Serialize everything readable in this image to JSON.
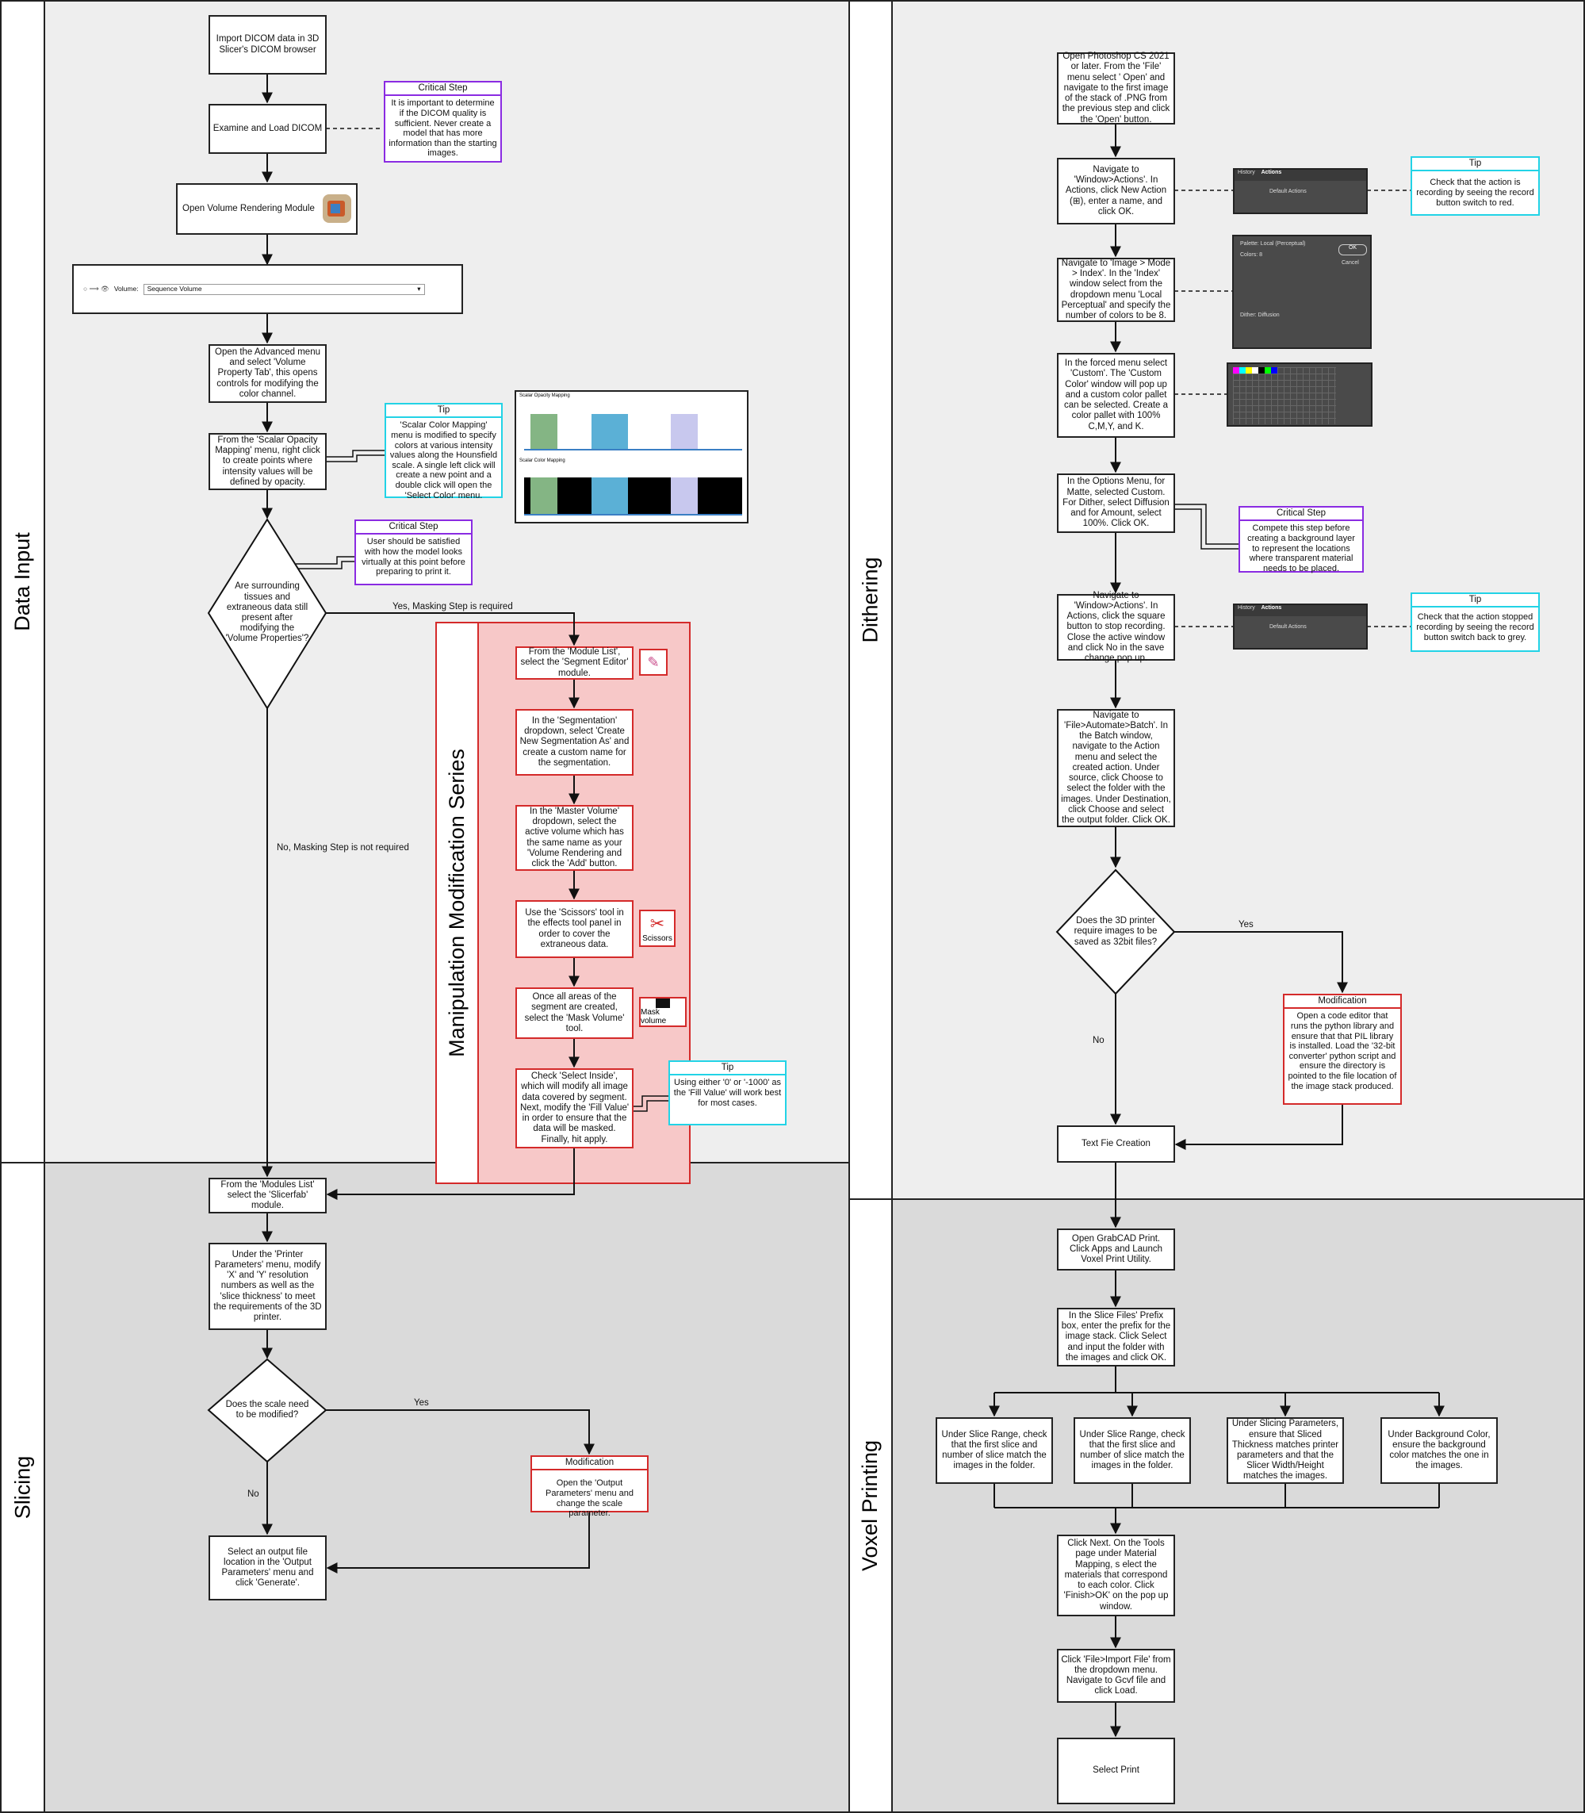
{
  "lanes": {
    "data_input": "Data Input",
    "slicing": "Slicing",
    "dithering": "Dithering",
    "voxel_printing": "Voxel Printing"
  },
  "data_input": {
    "steps": [
      "Import DICOM data in 3D Slicer's DICOM browser",
      "Examine and Load DICOM",
      "Open Volume Rendering Module",
      "Open the Advanced menu and select 'Volume Property Tab', this opens controls for modifying the color channel.",
      "From the 'Scalar Opacity Mapping' menu, right click to create points where intensity values will be defined by opacity."
    ],
    "volume_selector": {
      "label": "Volume:",
      "value": "Sequence Volume"
    },
    "decision": "Are surrounding tissues and extraneous data still present after modifying the 'Volume Properties'?",
    "yes_label": "Yes, Masking Step is required",
    "no_label": "No, Masking Step is not required",
    "notes": [
      {
        "title": "Critical Step",
        "text": "It is important to determine if the DICOM quality is sufficient. Never create a model that has more information than the starting images."
      },
      {
        "title": "Tip",
        "text": "'Scalar Color Mapping' menu is modified to specify colors at various intensity values along the Hounsfield scale. A single left click will create a new point and a double click will open the 'Select Color' menu."
      },
      {
        "title": "Critical Step",
        "text": "User should be satisfied with how the model looks virtually at this point before preparing to print it."
      }
    ],
    "screenshot": {
      "opacity_label": "Scalar Opacity Mapping",
      "color_label": "Scalar Color Mapping"
    }
  },
  "manipulation": {
    "title": "Manipulation Modification Series",
    "steps": [
      "From the 'Module List', select the 'Segment Editor' module.",
      "In the 'Segmentation' dropdown, select 'Create New Segmentation As' and create a custom name for the segmentation.",
      "In the 'Master Volume' dropdown, select the active volume which has the same name as your 'Volume Rendering and click the 'Add' button.",
      "Use the 'Scissors' tool in the effects tool panel in order to cover the extraneous data.",
      "Once all areas of the segment are created, select the 'Mask Volume' tool.",
      "Check 'Select Inside', which will modify all image data covered by segment. Next, modify the 'Fill Value' in order to ensure that the data will be masked. Finally, hit apply."
    ],
    "icons": {
      "scissors": "Scissors",
      "mask_volume": "Mask volume"
    },
    "tip": {
      "title": "Tip",
      "text": "Using either '0' or '-1000' as the 'Fill Value' will work best for most cases."
    }
  },
  "slicing": {
    "steps": [
      "From the 'Modules List' select the 'Slicerfab' module.",
      "Under the 'Printer Parameters' menu, modify 'X' and 'Y' resolution numbers as well as the 'slice thickness' to meet the requirements of the 3D printer.",
      "Select an output file location in the 'Output Parameters' menu and click 'Generate'."
    ],
    "decision": "Does the scale need to be modified?",
    "yes_label": "Yes",
    "no_label": "No",
    "modification": {
      "title": "Modification",
      "text": "Open the 'Output Parameters' menu and change the scale parameter."
    }
  },
  "dithering": {
    "steps": [
      "Open Photoshop CS 2021 or later. From the 'File' menu select ' Open' and navigate to the first image of the stack of .PNG from the previous step and click the 'Open' button.",
      "Navigate to 'Window>Actions'. In Actions, click New Action (⊞), enter a name, and click OK.",
      "Navigate to 'Image > Mode > Index'. In the 'Index' window select from the dropdown menu 'Local Perceptual' and specify the number of colors to be 8.",
      "In the forced menu select 'Custom'. The 'Custom Color' window will pop up and a custom color pallet can be selected. Create a color pallet with 100% C,M,Y, and K.",
      "In the Options Menu, for Matte, selected Custom. For Dither, select Diffusion and for Amount, select 100%. Click OK.",
      "Navigate to 'Window>Actions'. In Actions, click the square button to stop recording. Close the active window and click No in the save change pop up.",
      "Navigate to 'File>Automate>Batch'. In the Batch window, navigate to the Action menu and select the created action. Under source, click Choose to select the folder with the images. Under Destination, click Choose and select the output folder. Click OK.",
      "Text Fie Creation"
    ],
    "panel": {
      "history_tab": "History",
      "actions_tab": "Actions",
      "default_actions": "Default Actions"
    },
    "index_window": {
      "palette": "Palette: Local (Perceptual)",
      "colors": "Colors: 8",
      "ok": "OK",
      "cancel": "Cancel",
      "dither": "Dither: Diffusion"
    },
    "tips": [
      {
        "title": "Tip",
        "text": "Check that the action is recording by seeing the record button switch to red."
      },
      {
        "title": "Tip",
        "text": "Check that the action stopped recording by seeing the record button switch back to grey."
      }
    ],
    "critical": {
      "title": "Critical Step",
      "text": "Compete this step before creating a background layer to represent the locations where transparent material needs to be placed."
    },
    "decision": "Does the 3D printer require images to be saved as 32bit files?",
    "yes_label": "Yes",
    "no_label": "No",
    "modification": {
      "title": "Modification",
      "text": "Open a code editor that runs the python library and ensure that that PIL library is installed. Load the '32-bit converter' python script and ensure the directory is pointed to the file location of the image stack produced."
    }
  },
  "voxel": {
    "steps": [
      "Open GrabCAD Print. Click Apps and Launch Voxel Print Utility.",
      "In the Slice Files' Prefix box, enter the prefix for the image stack. Click Select and input the folder with the images and click OK.",
      "Click Next. On the Tools page under Material Mapping, s elect the materials that correspond to each color. Click 'Finish>OK' on the pop up window.",
      "Click 'File>Import File' from the dropdown menu. Navigate to Gcvf file and click Load.",
      "Select Print"
    ],
    "parallel": [
      "Under Slice Range, check that the first slice and number of slice match the images in the folder.",
      "Under Slice Range, check that the first slice and number of slice match the images in the folder.",
      "Under Slicing Parameters, ensure that Sliced Thickness matches printer parameters and that the Slicer Width/Height matches the images.",
      "Under Background Color, ensure the background color matches the one in the images."
    ]
  },
  "colors": {
    "critical": "#8a2be2",
    "tip": "#22d3e6",
    "modification": "#d42a2a",
    "manipulation_fill": "#f7c8c8"
  }
}
